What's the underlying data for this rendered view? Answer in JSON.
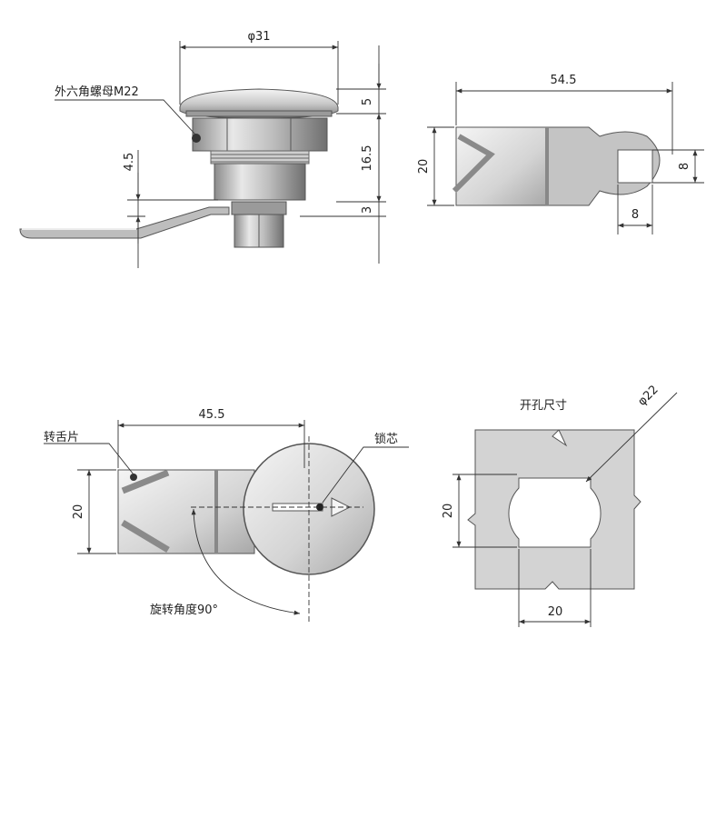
{
  "side_view": {
    "dims": {
      "diameter": "φ31",
      "head_height": "5",
      "body_height": "16.5",
      "bottom_gap": "3",
      "offset": "4.5"
    },
    "label_nut": "外六角螺母M22"
  },
  "side_view_right": {
    "dims": {
      "length": "54.5",
      "height": "20",
      "square_h": "8",
      "square_w": "8"
    }
  },
  "top_view": {
    "dims": {
      "length": "45.5",
      "height": "20"
    },
    "label_cam": "转舌片",
    "label_core": "锁芯",
    "label_rotation": "旋转角度90°"
  },
  "cutout_view": {
    "title": "开孔尺寸",
    "dims": {
      "diameter": "φ22",
      "height": "20",
      "width": "20"
    }
  },
  "colors": {
    "metal_light": "#e6e6e6",
    "metal_mid": "#b9b9b9",
    "metal_dark": "#7d7d7d",
    "plate": "#d3d3d3",
    "line": "#333333"
  }
}
